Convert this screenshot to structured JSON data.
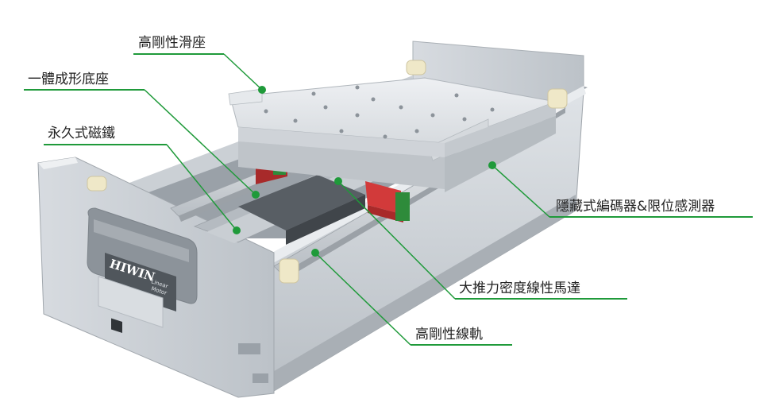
{
  "colors": {
    "callout_green": "#1f9a3a",
    "aluminum_light": "#e2e6ea",
    "aluminum_mid": "#c9ced3",
    "aluminum_dark": "#a7adb3",
    "block_red": "#d23a3a",
    "endcap_green": "#2e8b3a",
    "bumper_cream": "#efe8c8"
  },
  "callouts": [
    {
      "id": "slider",
      "label": "高剛性滑座"
    },
    {
      "id": "base",
      "label": "一體成形底座"
    },
    {
      "id": "magnet",
      "label": "永久式磁鐵"
    },
    {
      "id": "encoder",
      "label": "隱藏式編碼器&限位感測器"
    },
    {
      "id": "motor",
      "label": "大推力密度線性馬達"
    },
    {
      "id": "rail",
      "label": "高剛性線軌"
    }
  ],
  "product": {
    "brand": "HIWIN",
    "plate_lines": [
      "Linear",
      "Motor"
    ]
  }
}
